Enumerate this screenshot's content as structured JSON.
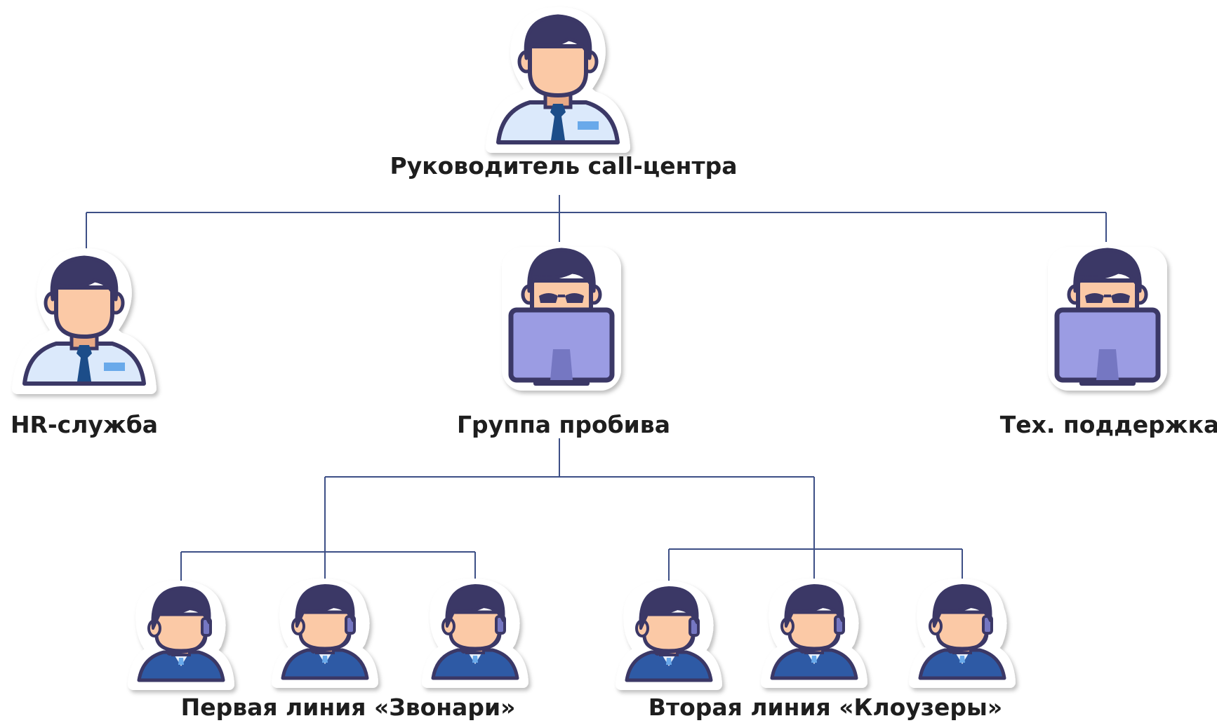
{
  "nodes": {
    "head": "Руководитель call-центра",
    "hr": "HR-служба",
    "group": "Группа пробива",
    "support": "Тех. поддержка",
    "first_line": "Первая линия «Звонари»",
    "second_line": "Вторая линия «Клоузеры»"
  },
  "icons": {
    "head": "manager-icon",
    "hr": "manager-icon",
    "group": "computer-operator-icon",
    "support": "computer-operator-icon",
    "operators": "headset-operator-icon"
  },
  "colors": {
    "connector": "#3d4f86",
    "outline": "#3b3766",
    "skin": "#fbc9a6",
    "hair": "#3b3766",
    "shirt": "#dbe9fb",
    "tie": "#1f4e89",
    "monitor": "#9b9ce3",
    "operator_suit": "#2d5aa5"
  }
}
